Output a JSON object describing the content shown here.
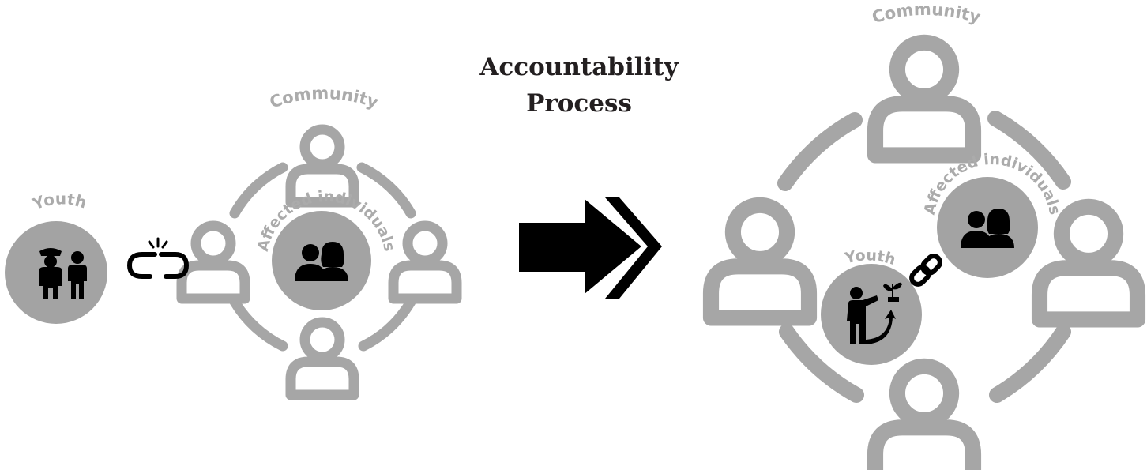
{
  "title": {
    "line1": "Accountability",
    "line2": "Process"
  },
  "before": {
    "community_label": "Community",
    "youth_label": "Youth",
    "affected_label": "Affected individuals"
  },
  "after": {
    "community_label": "Community",
    "youth_label": "Youth",
    "affected_label": "Affected individuals"
  },
  "colors": {
    "ring": "#a6a6a6",
    "circle_fill": "#a3a3a3",
    "label_gray": "#ababab",
    "icon_black": "#000000",
    "title_text": "#231f20"
  },
  "icons": {
    "people": "person-outline-icon",
    "youth_before": "police-officer-with-handcuffed-youth-icon",
    "youth_after": "person-with-growing-plant-icon",
    "affected": "two-people-silhouette-icon",
    "broken_link": "broken-chain-link-icon",
    "link": "chain-link-icon",
    "arrow": "double-chevron-arrow-icon"
  }
}
